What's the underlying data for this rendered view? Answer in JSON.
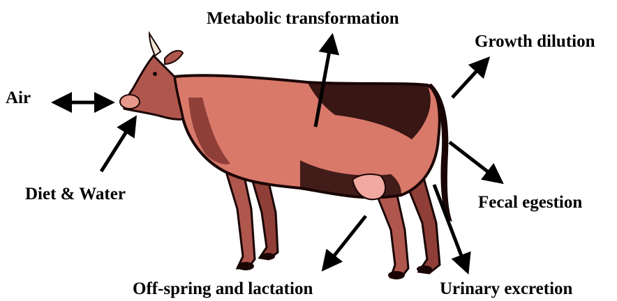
{
  "labels": {
    "metabolic": "Metabolic transformation",
    "growth": "Growth dilution",
    "air": "Air",
    "diet": "Diet & Water",
    "fecal": "Fecal egestion",
    "offspring": "Off-spring and lactation",
    "urinary": "Urinary excretion"
  },
  "colors": {
    "cow_light": "#d9796a",
    "cow_mid": "#b0574d",
    "cow_dark": "#1a0505",
    "udder": "#f0a8a0",
    "arrow": "#000000"
  }
}
